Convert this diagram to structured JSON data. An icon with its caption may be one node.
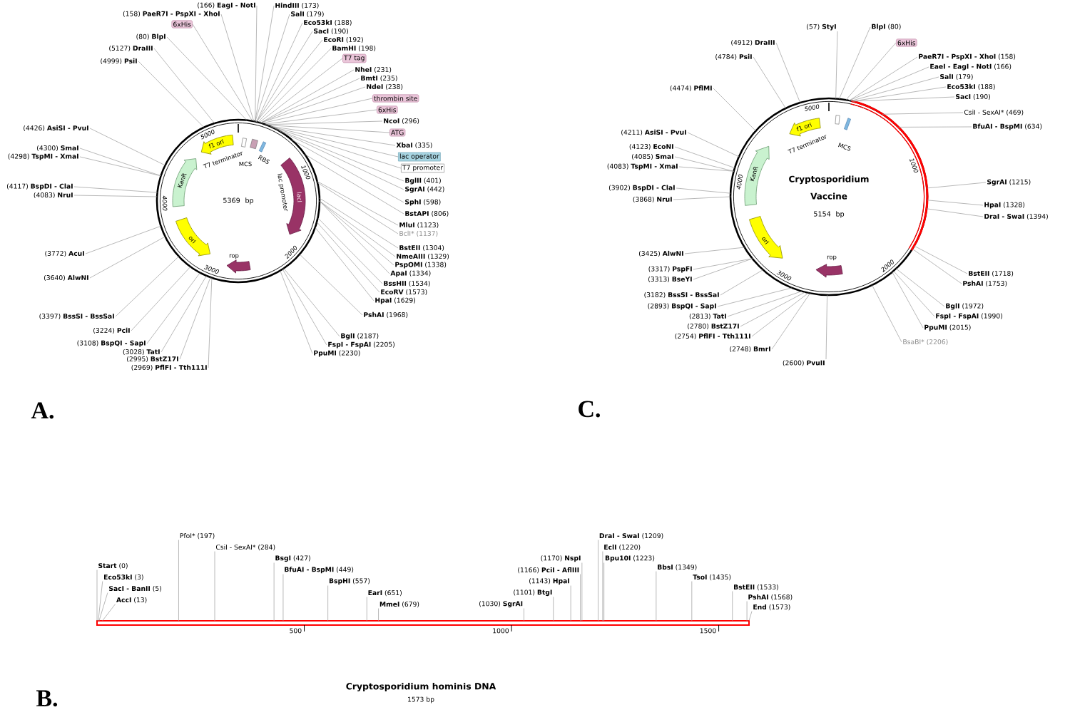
{
  "diagram": {
    "nodes": [
      {
        "text": [
          "5369 bp"
        ]
      },
      {
        "text": [
          "(166) **EagI - NotI**"
        ]
      },
      {
        "text": [
          "(158) **PaeR7I - PspXI - XhoI**"
        ]
      },
      {
        "text": [
          "6xHis"
        ]
      },
      {
        "text": [
          "(80) **BlpI**"
        ]
      },
      {
        "text": [
          "(5127) **DraIII**"
        ]
      },
      {
        "text": [
          "(4999) **PsiI**"
        ]
      },
      {
        "text": [
          "(4426) **AsiSI - PvuI**"
        ]
      },
      {
        "text": [
          "(4300) **SmaI**"
        ]
      },
      {
        "text": [
          "(4298) **TspMI - XmaI**"
        ]
      },
      {
        "text": [
          "(4117) **BspDI - ClaI**"
        ]
      },
      {
        "text": [
          "(4083) **NruI**"
        ]
      },
      {
        "text": [
          "(3772) **AcuI**"
        ]
      },
      {
        "text": [
          "(3640) **AlwNI**"
        ]
      },
      {
        "text": [
          "(3397) **BssSI - BssSaI**"
        ]
      },
      {
        "text": [
          "(3224) **PciI**"
        ]
      },
      {
        "text": [
          "(3108) **BspQI - SapI**"
        ]
      },
      {
        "text": [
          "(3028) **TatI**"
        ]
      },
      {
        "text": [
          "(2995) **BstZ17I**"
        ]
      },
      {
        "text": [
          "(2969) **PflFI - Tth111I**"
        ]
      },
      {
        "text": [
          "**HindIII** (173)"
        ]
      },
      {
        "text": [
          "**SalI** (179)"
        ]
      },
      {
        "text": [
          "**Eco53kI** (188)"
        ]
      },
      {
        "text": [
          "**SacI** (190)"
        ]
      },
      {
        "text": [
          "**EcoRI** (192)"
        ]
      },
      {
        "text": [
          "**BamHI** (198)"
        ]
      },
      {
        "text": [
          "T7 tag"
        ]
      },
      {
        "text": [
          "**NheI** (231)"
        ]
      },
      {
        "text": [
          "**BmtI** (235)"
        ]
      },
      {
        "text": [
          "**NdeI** (238)"
        ]
      },
      {
        "text": [
          "thrombin site"
        ]
      },
      {
        "text": [
          "6xHis"
        ]
      },
      {
        "text": [
          "**NcoI** (296)"
        ]
      },
      {
        "text": [
          "ATG"
        ]
      },
      {
        "text": [
          "**XbaI** (335)"
        ]
      },
      {
        "text": [
          "lac operator"
        ]
      },
      {
        "text": [
          "T7 promoter"
        ]
      },
      {
        "text": [
          "**BglII** (401)"
        ]
      },
      {
        "text": [
          "**SgrAI** (442)"
        ]
      },
      {
        "text": [
          "**SphI** (598)"
        ]
      },
      {
        "text": [
          "**BstAPI** (806)"
        ]
      },
      {
        "text": [
          "**MluI** (1123)"
        ]
      },
      {
        "text": [
          "BclI* (1137)"
        ]
      },
      {
        "text": [
          "**BstEII** (1304)"
        ]
      },
      {
        "text": [
          "**NmeAIII** (1329)"
        ]
      },
      {
        "text": [
          "**PspOMI** (1338)"
        ]
      },
      {
        "text": [
          "**ApaI** (1334)"
        ]
      },
      {
        "text": [
          "**BssHII** (1534)"
        ]
      },
      {
        "text": [
          "**EcoRV** (1573)"
        ]
      },
      {
        "text": [
          "**HpaI** (1629)"
        ]
      },
      {
        "text": [
          "**PshAI** (1968)"
        ]
      },
      {
        "text": [
          "**BglI** (2187)"
        ]
      },
      {
        "text": [
          "**FspI - FspAI** (2205)"
        ]
      },
      {
        "text": [
          "**PpuMI** (2230)"
        ]
      },
      {
        "text": [
          "f1 ori"
        ],
        "in": 0
      },
      {
        "text": [
          "KanR"
        ],
        "in": 0
      },
      {
        "text": [
          "ori"
        ],
        "in": 0
      },
      {
        "text": [
          "lacI"
        ],
        "in": 0
      },
      {
        "text": [
          "rop"
        ],
        "in": 0
      },
      {
        "text": [
          "Cryptosporidium Vaccine",
          "5154 bp"
        ]
      },
      {
        "text": [
          "(57) **StyI**"
        ]
      },
      {
        "text": [
          "**BlpI** (80)"
        ]
      },
      {
        "text": [
          "6xHis"
        ]
      },
      {
        "text": [
          "(4912) **DraIII**"
        ]
      },
      {
        "text": [
          "(4784) **PsiI**"
        ]
      },
      {
        "text": [
          "**PaeR7I - PspXI - XhoI** (158)"
        ]
      },
      {
        "text": [
          "**EaeI - EagI - NotI** (166)"
        ]
      },
      {
        "text": [
          "**SalI** (179)"
        ]
      },
      {
        "text": [
          "**Eco53kI** (188)"
        ]
      },
      {
        "text": [
          "**SacI** (190)"
        ]
      },
      {
        "text": [
          "(4474) **PflMI**"
        ]
      },
      {
        "text": [
          "CsiI - SexAI* (469)"
        ]
      },
      {
        "text": [
          "**BfuAI - BspMI** (634)"
        ]
      },
      {
        "text": [
          "(4211) **AsiSI - PvuI**"
        ]
      },
      {
        "text": [
          "(4123) **EcoNI**"
        ]
      },
      {
        "text": [
          "(4085) **SmaI**"
        ]
      },
      {
        "text": [
          "(4083) **TspMI - XmaI**"
        ]
      },
      {
        "text": [
          "**SgrAI** (1215)"
        ]
      },
      {
        "text": [
          "(3902) **BspDI - ClaI**"
        ]
      },
      {
        "text": [
          "(3868) **NruI**"
        ]
      },
      {
        "text": [
          "**HpaI** (1328)"
        ]
      },
      {
        "text": [
          "**DraI - SwaI** (1394)"
        ]
      },
      {
        "text": [
          "(3425) **AlwNI**"
        ]
      },
      {
        "text": [
          "(3317) **PspFI**"
        ]
      },
      {
        "text": [
          "**BstEII** (1718)"
        ]
      },
      {
        "text": [
          "(3313) **BseYI**"
        ]
      },
      {
        "text": [
          "**PshAI** (1753)"
        ]
      },
      {
        "text": [
          "(3182) **BssSI - BssSaI**"
        ]
      },
      {
        "text": [
          "(2893) **BspQI - SapI**"
        ]
      },
      {
        "text": [
          "**BglI** (1972)"
        ]
      },
      {
        "text": [
          "(2813) **TatI**"
        ]
      },
      {
        "text": [
          "**FspI - FspAI** (1990)"
        ]
      },
      {
        "text": [
          "(2780) **BstZ17I**"
        ]
      },
      {
        "text": [
          "**PpuMI** (2015)"
        ]
      },
      {
        "text": [
          "(2754) **PflFI - Tth111I**"
        ]
      },
      {
        "text": [
          "BsaBI* (2206)"
        ]
      },
      {
        "text": [
          "(2748) **BmrI**"
        ]
      },
      {
        "text": [
          "(2600) **PvuII**"
        ]
      },
      {
        "text": [
          "f1 ori"
        ],
        "in": 59
      },
      {
        "text": [
          "KanR"
        ],
        "in": 59
      },
      {
        "text": [
          "ori"
        ],
        "in": 59
      },
      {
        "text": [
          "rop"
        ],
        "in": 59
      },
      {
        "text": [],
        "shape": "bar"
      },
      {
        "text": [
          "**Start** (0)"
        ]
      },
      {
        "text": [
          "**Eco53kI** (3)"
        ]
      },
      {
        "text": [
          "**SacI - BanII** (5)"
        ]
      },
      {
        "text": [
          "**AccI** (13)"
        ]
      },
      {
        "text": [
          "PfoI* (197)"
        ]
      },
      {
        "text": [
          "CsiI - SexAI* (284)"
        ]
      },
      {
        "text": [
          "**BsgI** (427)"
        ]
      },
      {
        "text": [
          "**BfuAI - BspMI** (449)"
        ]
      },
      {
        "text": [
          "**BspHI** (557)"
        ]
      },
      {
        "text": [
          "**EarI** (651)"
        ]
      },
      {
        "text": [
          "**MmeI** (679)"
        ]
      },
      {
        "text": [
          "(1030) **SgrAI**"
        ]
      },
      {
        "text": [
          "(1101) **BtgI**"
        ]
      },
      {
        "text": [
          "(1143) **HpaI**"
        ]
      },
      {
        "text": [
          "(1166) **PciI - AflIII**"
        ]
      },
      {
        "text": [
          "(1170) **NspI**"
        ]
      },
      {
        "text": [
          "**DraI - SwaI** (1209)"
        ]
      },
      {
        "text": [
          "**EclI** (1220)"
        ]
      },
      {
        "text": [
          "**Bpu10I** (1223)"
        ]
      },
      {
        "text": [
          "**BbsI** (1349)"
        ]
      },
      {
        "text": [
          "**TsoI** (1435)"
        ]
      },
      {
        "text": [
          "**BstEII** (1533)"
        ]
      },
      {
        "text": [
          "**PshAI** (1568)"
        ]
      },
      {
        "text": [
          "**End** (1573)"
        ]
      }
    ],
    "edges": [
      {
        "from": 1,
        "to": 0,
        "arrow": "none"
      },
      {
        "from": 2,
        "to": 0,
        "arrow": "none"
      },
      {
        "from": 3,
        "to": 0,
        "arrow": "none"
      },
      {
        "from": 4,
        "to": 0,
        "arrow": "none"
      },
      {
        "from": 5,
        "to": 0,
        "arrow": "none"
      },
      {
        "from": 6,
        "to": 0,
        "arrow": "none"
      },
      {
        "from": 7,
        "to": 0,
        "arrow": "none"
      },
      {
        "from": 8,
        "to": 0,
        "arrow": "none"
      },
      {
        "from": 9,
        "to": 0,
        "arrow": "none"
      },
      {
        "from": 10,
        "to": 0,
        "arrow": "none"
      },
      {
        "from": 11,
        "to": 0,
        "arrow": "none"
      },
      {
        "from": 12,
        "to": 0,
        "arrow": "none"
      },
      {
        "from": 13,
        "to": 0,
        "arrow": "none"
      },
      {
        "from": 14,
        "to": 0,
        "arrow": "none"
      },
      {
        "from": 15,
        "to": 0,
        "arrow": "none"
      },
      {
        "from": 16,
        "to": 0,
        "arrow": "none"
      },
      {
        "from": 17,
        "to": 0,
        "arrow": "none"
      },
      {
        "from": 18,
        "to": 0,
        "arrow": "none"
      },
      {
        "from": 19,
        "to": 0,
        "arrow": "none"
      },
      {
        "from": 20,
        "to": 0,
        "arrow": "none"
      },
      {
        "from": 21,
        "to": 0,
        "arrow": "none"
      },
      {
        "from": 22,
        "to": 0,
        "arrow": "none"
      },
      {
        "from": 23,
        "to": 0,
        "arrow": "none"
      },
      {
        "from": 24,
        "to": 0,
        "arrow": "none"
      },
      {
        "from": 25,
        "to": 0,
        "arrow": "none"
      },
      {
        "from": 26,
        "to": 0,
        "arrow": "none"
      },
      {
        "from": 27,
        "to": 0,
        "arrow": "none"
      },
      {
        "from": 28,
        "to": 0,
        "arrow": "none"
      },
      {
        "from": 29,
        "to": 0,
        "arrow": "none"
      },
      {
        "from": 30,
        "to": 0,
        "arrow": "none"
      },
      {
        "from": 31,
        "to": 0,
        "arrow": "none"
      },
      {
        "from": 32,
        "to": 0,
        "arrow": "none"
      },
      {
        "from": 33,
        "to": 0,
        "arrow": "none"
      },
      {
        "from": 34,
        "to": 0,
        "arrow": "none"
      },
      {
        "from": 35,
        "to": 0,
        "arrow": "none"
      },
      {
        "from": 36,
        "to": 0,
        "arrow": "none"
      },
      {
        "from": 37,
        "to": 0,
        "arrow": "none"
      },
      {
        "from": 38,
        "to": 0,
        "arrow": "none"
      },
      {
        "from": 39,
        "to": 0,
        "arrow": "none"
      },
      {
        "from": 40,
        "to": 0,
        "arrow": "none"
      },
      {
        "from": 41,
        "to": 0,
        "arrow": "none"
      },
      {
        "from": 42,
        "to": 0,
        "arrow": "none"
      },
      {
        "from": 43,
        "to": 0,
        "arrow": "none"
      },
      {
        "from": 44,
        "to": 0,
        "arrow": "none"
      },
      {
        "from": 45,
        "to": 0,
        "arrow": "none"
      },
      {
        "from": 46,
        "to": 0,
        "arrow": "none"
      },
      {
        "from": 47,
        "to": 0,
        "arrow": "none"
      },
      {
        "from": 48,
        "to": 0,
        "arrow": "none"
      },
      {
        "from": 49,
        "to": 0,
        "arrow": "none"
      },
      {
        "from": 50,
        "to": 0,
        "arrow": "none"
      },
      {
        "from": 51,
        "to": 0,
        "arrow": "none"
      },
      {
        "from": 52,
        "to": 0,
        "arrow": "none"
      },
      {
        "from": 53,
        "to": 0,
        "arrow": "none"
      },
      {
        "from": 60,
        "to": 59,
        "arrow": "none"
      },
      {
        "from": 61,
        "to": 59,
        "arrow": "none"
      },
      {
        "from": 62,
        "to": 59,
        "arrow": "none"
      },
      {
        "from": 63,
        "to": 59,
        "arrow": "none"
      },
      {
        "from": 64,
        "to": 59,
        "arrow": "none"
      },
      {
        "from": 65,
        "to": 59,
        "arrow": "none"
      },
      {
        "from": 66,
        "to": 59,
        "arrow": "none"
      },
      {
        "from": 67,
        "to": 59,
        "arrow": "none"
      },
      {
        "from": 68,
        "to": 59,
        "arrow": "none"
      },
      {
        "from": 69,
        "to": 59,
        "arrow": "none"
      },
      {
        "from": 70,
        "to": 59,
        "arrow": "none"
      },
      {
        "from": 71,
        "to": 59,
        "arrow": "none"
      },
      {
        "from": 72,
        "to": 59,
        "arrow": "none"
      },
      {
        "from": 73,
        "to": 59,
        "arrow": "none"
      },
      {
        "from": 74,
        "to": 59,
        "arrow": "none"
      },
      {
        "from": 75,
        "to": 59,
        "arrow": "none"
      },
      {
        "from": 76,
        "to": 59,
        "arrow": "none"
      },
      {
        "from": 77,
        "to": 59,
        "arrow": "none"
      },
      {
        "from": 78,
        "to": 59,
        "arrow": "none"
      },
      {
        "from": 79,
        "to": 59,
        "arrow": "none"
      },
      {
        "from": 80,
        "to": 59,
        "arrow": "none"
      },
      {
        "from": 81,
        "to": 59,
        "arrow": "none"
      },
      {
        "from": 82,
        "to": 59,
        "arrow": "none"
      },
      {
        "from": 83,
        "to": 59,
        "arrow": "none"
      },
      {
        "from": 84,
        "to": 59,
        "arrow": "none"
      },
      {
        "from": 85,
        "to": 59,
        "arrow": "none"
      },
      {
        "from": 86,
        "to": 59,
        "arrow": "none"
      },
      {
        "from": 87,
        "to": 59,
        "arrow": "none"
      },
      {
        "from": 88,
        "to": 59,
        "arrow": "none"
      },
      {
        "from": 89,
        "to": 59,
        "arrow": "none"
      },
      {
        "from": 90,
        "to": 59,
        "arrow": "none"
      },
      {
        "from": 91,
        "to": 59,
        "arrow": "none"
      },
      {
        "from": 92,
        "to": 59,
        "arrow": "none"
      },
      {
        "from": 93,
        "to": 59,
        "arrow": "none"
      },
      {
        "from": 94,
        "to": 59,
        "arrow": "none"
      },
      {
        "from": 95,
        "to": 59,
        "arrow": "none"
      },
      {
        "from": 96,
        "to": 59,
        "arrow": "none"
      },
      {
        "from": 97,
        "to": 59,
        "arrow": "none"
      },
      {
        "from": 103,
        "to": 102,
        "arrow": "none"
      },
      {
        "from": 104,
        "to": 102,
        "arrow": "none"
      },
      {
        "from": 105,
        "to": 102,
        "arrow": "none"
      },
      {
        "from": 106,
        "to": 102,
        "arrow": "none"
      },
      {
        "from": 107,
        "to": 102,
        "arrow": "none"
      },
      {
        "from": 108,
        "to": 102,
        "arrow": "none"
      },
      {
        "from": 109,
        "to": 102,
        "arrow": "none"
      },
      {
        "from": 110,
        "to": 102,
        "arrow": "none"
      },
      {
        "from": 111,
        "to": 102,
        "arrow": "none"
      },
      {
        "from": 112,
        "to": 102,
        "arrow": "none"
      },
      {
        "from": 113,
        "to": 102,
        "arrow": "none"
      },
      {
        "from": 114,
        "to": 102,
        "arrow": "none"
      },
      {
        "from": 115,
        "to": 102,
        "arrow": "none"
      },
      {
        "from": 116,
        "to": 102,
        "arrow": "none"
      },
      {
        "from": 117,
        "to": 102,
        "arrow": "none"
      },
      {
        "from": 118,
        "to": 102,
        "arrow": "none"
      },
      {
        "from": 119,
        "to": 102,
        "arrow": "none"
      },
      {
        "from": 120,
        "to": 102,
        "arrow": "none"
      },
      {
        "from": 121,
        "to": 102,
        "arrow": "none"
      },
      {
        "from": 122,
        "to": 102,
        "arrow": "none"
      },
      {
        "from": 123,
        "to": 102,
        "arrow": "none"
      },
      {
        "from": 124,
        "to": 102,
        "arrow": "none"
      },
      {
        "from": 125,
        "to": 102,
        "arrow": "none"
      },
      {
        "from": 126,
        "to": 102,
        "arrow": "none"
      }
    ],
    "labels": [
      "T7 terminator",
      "MCS",
      "RBS",
      "5000",
      "1000",
      "4000",
      "lac promoter",
      "2000",
      "3000",
      "A.",
      "T7 terminator",
      "MCS",
      "5000",
      "1000",
      "4000",
      "2000",
      "3000",
      "C.",
      "500",
      "1000",
      "1500",
      "Cryptosporidium hominis DNA",
      "1573 bp",
      "B."
    ]
  }
}
